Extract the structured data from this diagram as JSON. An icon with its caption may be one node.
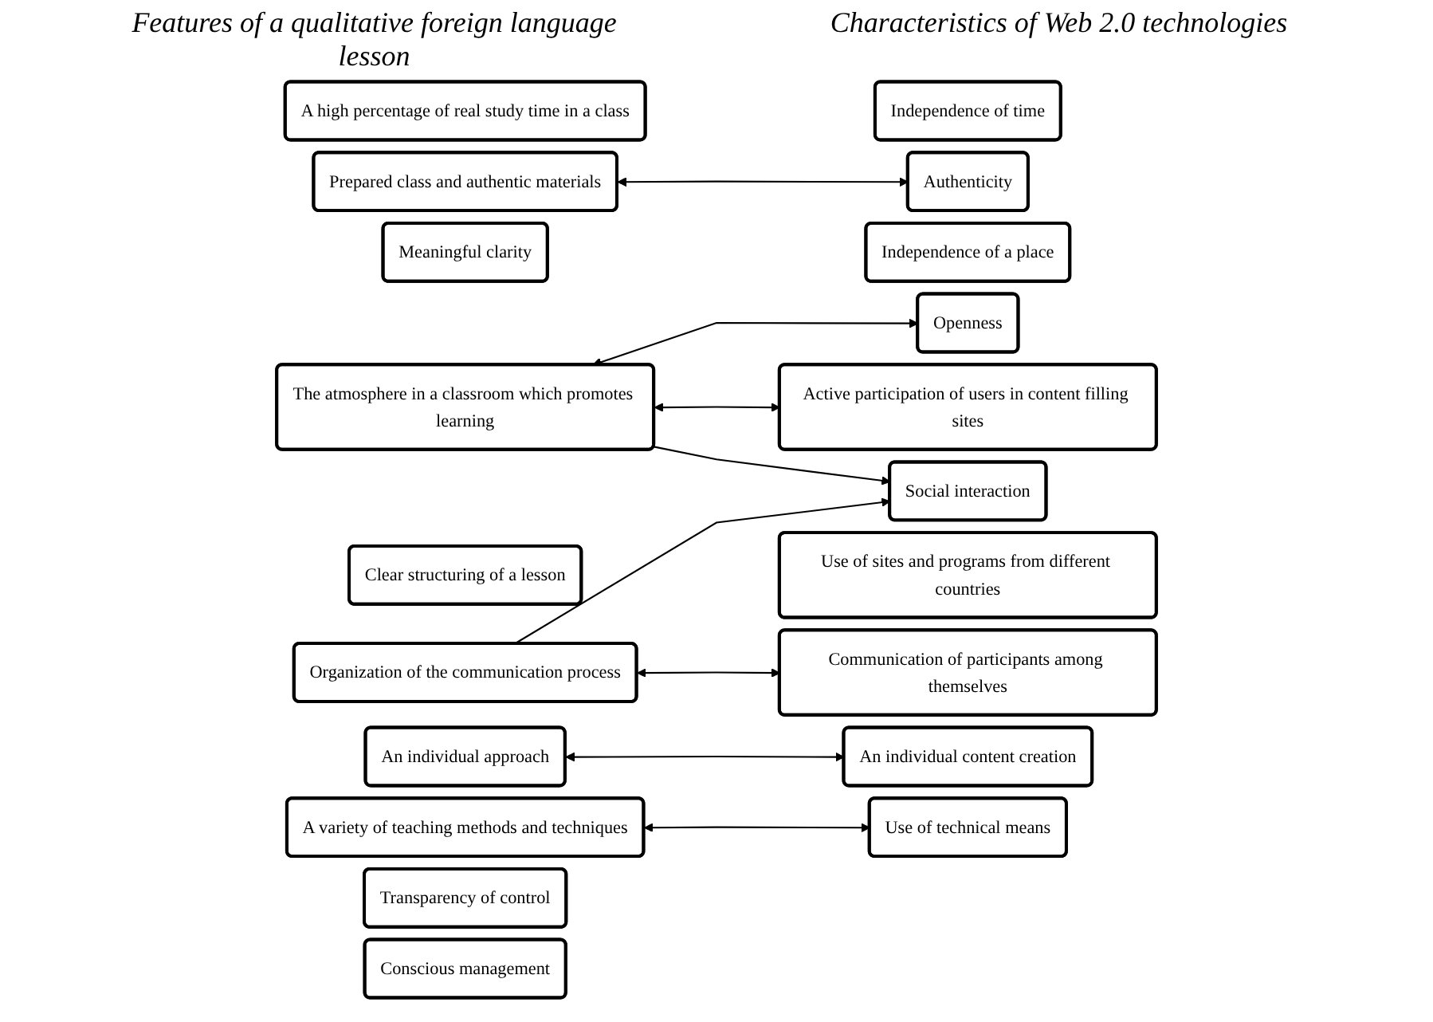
{
  "diagram": {
    "nodes": [
      {
        "text": [
          "A high percentage of real study time in a class"
        ]
      },
      {
        "text": [
          "Prepared class and authentic materials"
        ]
      },
      {
        "text": [
          "Meaningful clarity"
        ]
      },
      {
        "text": [
          "The atmosphere in a classroom which promotes learning"
        ]
      },
      {
        "text": [
          "Clear structuring of a lesson"
        ]
      },
      {
        "text": [
          "Organization of the communication process"
        ]
      },
      {
        "text": [
          "An individual approach"
        ]
      },
      {
        "text": [
          "A variety of teaching methods and techniques"
        ]
      },
      {
        "text": [
          "Transparency of control"
        ]
      },
      {
        "text": [
          "Conscious management"
        ]
      },
      {
        "text": [
          "Openness"
        ]
      },
      {
        "text": [
          "Independence of time"
        ]
      },
      {
        "text": [
          "Independence of a place"
        ]
      },
      {
        "text": [
          "Authenticity"
        ]
      },
      {
        "text": [
          "Use of sites and programs from different countries"
        ]
      },
      {
        "text": [
          "Active participation of users in content filling sites"
        ]
      },
      {
        "text": [
          "Communication of participants among themselves"
        ]
      },
      {
        "text": [
          "Use of technical means"
        ]
      },
      {
        "text": [
          "An individual content creation"
        ]
      },
      {
        "text": [
          "Social interaction"
        ]
      }
    ],
    "edges": [
      {
        "from": 1,
        "to": 13,
        "arrow": "both"
      },
      {
        "from": 3,
        "to": 10,
        "arrow": "both"
      },
      {
        "from": 3,
        "to": 15,
        "arrow": "both"
      },
      {
        "from": 3,
        "to": 19,
        "arrow": "to"
      },
      {
        "from": 5,
        "to": 16,
        "arrow": "both"
      },
      {
        "from": 5,
        "to": 19,
        "arrow": "to"
      },
      {
        "from": 6,
        "to": 18,
        "arrow": "both"
      },
      {
        "from": 7,
        "to": 17,
        "arrow": "both"
      }
    ],
    "labels": [
      "Features of a qualitative foreign language lesson",
      "Characteristics of Web 2.0 technologies"
    ]
  }
}
